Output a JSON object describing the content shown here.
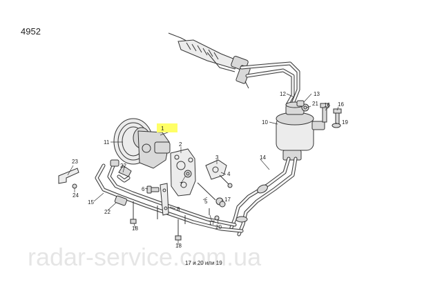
{
  "diagram": {
    "ref_number": "4952",
    "callouts": [
      {
        "id": "1",
        "label": "1",
        "highlight": true
      },
      {
        "id": "2",
        "label": "2"
      },
      {
        "id": "3",
        "label": "3"
      },
      {
        "id": "4",
        "label": "4"
      },
      {
        "id": "5",
        "label": "5"
      },
      {
        "id": "6",
        "label": "6"
      },
      {
        "id": "7",
        "label": "7"
      },
      {
        "id": "8",
        "label": "8"
      },
      {
        "id": "10",
        "label": "10"
      },
      {
        "id": "11",
        "label": "11"
      },
      {
        "id": "12",
        "label": "12"
      },
      {
        "id": "13",
        "label": "13"
      },
      {
        "id": "14",
        "label": "14"
      },
      {
        "id": "15",
        "label": "15"
      },
      {
        "id": "16a",
        "label": "16"
      },
      {
        "id": "16b",
        "label": "16"
      },
      {
        "id": "17a",
        "label": "17"
      },
      {
        "id": "17b",
        "label": "17"
      },
      {
        "id": "18a",
        "label": "18"
      },
      {
        "id": "18b",
        "label": "18"
      },
      {
        "id": "19",
        "label": "19"
      },
      {
        "id": "20",
        "label": "20"
      },
      {
        "id": "21",
        "label": "21"
      },
      {
        "id": "22a",
        "label": "22"
      },
      {
        "id": "22b",
        "label": "22"
      },
      {
        "id": "23",
        "label": "23"
      },
      {
        "id": "24",
        "label": "24"
      }
    ],
    "footnote": "17 и 20 или 19",
    "watermark": "radar-service.com.ua",
    "highlight_color": "#ffff66"
  }
}
